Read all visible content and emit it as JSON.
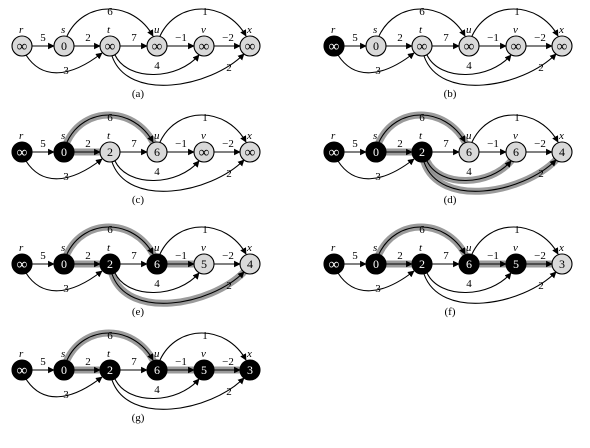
{
  "diagram": {
    "vertices": [
      {
        "id": "r",
        "label": "r"
      },
      {
        "id": "s",
        "label": "s"
      },
      {
        "id": "t",
        "label": "t"
      },
      {
        "id": "u",
        "label": "u"
      },
      {
        "id": "v",
        "label": "v"
      },
      {
        "id": "x",
        "label": "x"
      }
    ],
    "edges": [
      {
        "id": "rs",
        "from": "r",
        "to": "s",
        "weight": "5"
      },
      {
        "id": "rt",
        "from": "r",
        "to": "t",
        "weight": "3"
      },
      {
        "id": "st",
        "from": "s",
        "to": "t",
        "weight": "2"
      },
      {
        "id": "su",
        "from": "s",
        "to": "u",
        "weight": "6"
      },
      {
        "id": "tu",
        "from": "t",
        "to": "u",
        "weight": "7"
      },
      {
        "id": "tv",
        "from": "t",
        "to": "v",
        "weight": "4"
      },
      {
        "id": "tx",
        "from": "t",
        "to": "x",
        "weight": "2"
      },
      {
        "id": "uv",
        "from": "u",
        "to": "v",
        "weight": "−1"
      },
      {
        "id": "ux",
        "from": "u",
        "to": "x",
        "weight": "1"
      },
      {
        "id": "vx",
        "from": "v",
        "to": "x",
        "weight": "−2"
      }
    ],
    "panels": [
      {
        "caption": "(a)",
        "dist": {
          "r": "∞",
          "s": "0",
          "t": "∞",
          "u": "∞",
          "v": "∞",
          "x": "∞"
        },
        "state": {
          "r": "white",
          "s": "white",
          "t": "white",
          "u": "white",
          "v": "white",
          "x": "white"
        },
        "tree_edges": [],
        "highlighted_edges": []
      },
      {
        "caption": "(b)",
        "dist": {
          "r": "∞",
          "s": "0",
          "t": "∞",
          "u": "∞",
          "v": "∞",
          "x": "∞"
        },
        "state": {
          "r": "black",
          "s": "white",
          "t": "white",
          "u": "white",
          "v": "white",
          "x": "white"
        },
        "tree_edges": [],
        "highlighted_edges": []
      },
      {
        "caption": "(c)",
        "dist": {
          "r": "∞",
          "s": "0",
          "t": "2",
          "u": "6",
          "v": "∞",
          "x": "∞"
        },
        "state": {
          "r": "black",
          "s": "black",
          "t": "white",
          "u": "white",
          "v": "white",
          "x": "white"
        },
        "tree_edges": [],
        "highlighted_edges": [
          "st",
          "su"
        ]
      },
      {
        "caption": "(d)",
        "dist": {
          "r": "∞",
          "s": "0",
          "t": "2",
          "u": "6",
          "v": "6",
          "x": "4"
        },
        "state": {
          "r": "black",
          "s": "black",
          "t": "black",
          "u": "white",
          "v": "white",
          "x": "white"
        },
        "tree_edges": [],
        "highlighted_edges": [
          "su",
          "st",
          "tv",
          "tx"
        ]
      },
      {
        "caption": "(e)",
        "dist": {
          "r": "∞",
          "s": "0",
          "t": "2",
          "u": "6",
          "v": "5",
          "x": "4"
        },
        "state": {
          "r": "black",
          "s": "black",
          "t": "black",
          "u": "black",
          "v": "white",
          "x": "white"
        },
        "tree_edges": [],
        "highlighted_edges": [
          "su",
          "st",
          "uv",
          "tx"
        ]
      },
      {
        "caption": "(f)",
        "dist": {
          "r": "∞",
          "s": "0",
          "t": "2",
          "u": "6",
          "v": "5",
          "x": "3"
        },
        "state": {
          "r": "black",
          "s": "black",
          "t": "black",
          "u": "black",
          "v": "black",
          "x": "white"
        },
        "tree_edges": [],
        "highlighted_edges": [
          "su",
          "st",
          "uv",
          "vx"
        ]
      },
      {
        "caption": "(g)",
        "dist": {
          "r": "∞",
          "s": "0",
          "t": "2",
          "u": "6",
          "v": "5",
          "x": "3"
        },
        "state": {
          "r": "black",
          "s": "black",
          "t": "black",
          "u": "black",
          "v": "black",
          "x": "black"
        },
        "tree_edges": [],
        "highlighted_edges": [
          "su",
          "st",
          "uv",
          "vx"
        ]
      }
    ]
  },
  "colors": {
    "white_node": "#d9d9d9",
    "black_node": "#000000",
    "edge": "#000000",
    "highlight": "#8a8a8a"
  }
}
